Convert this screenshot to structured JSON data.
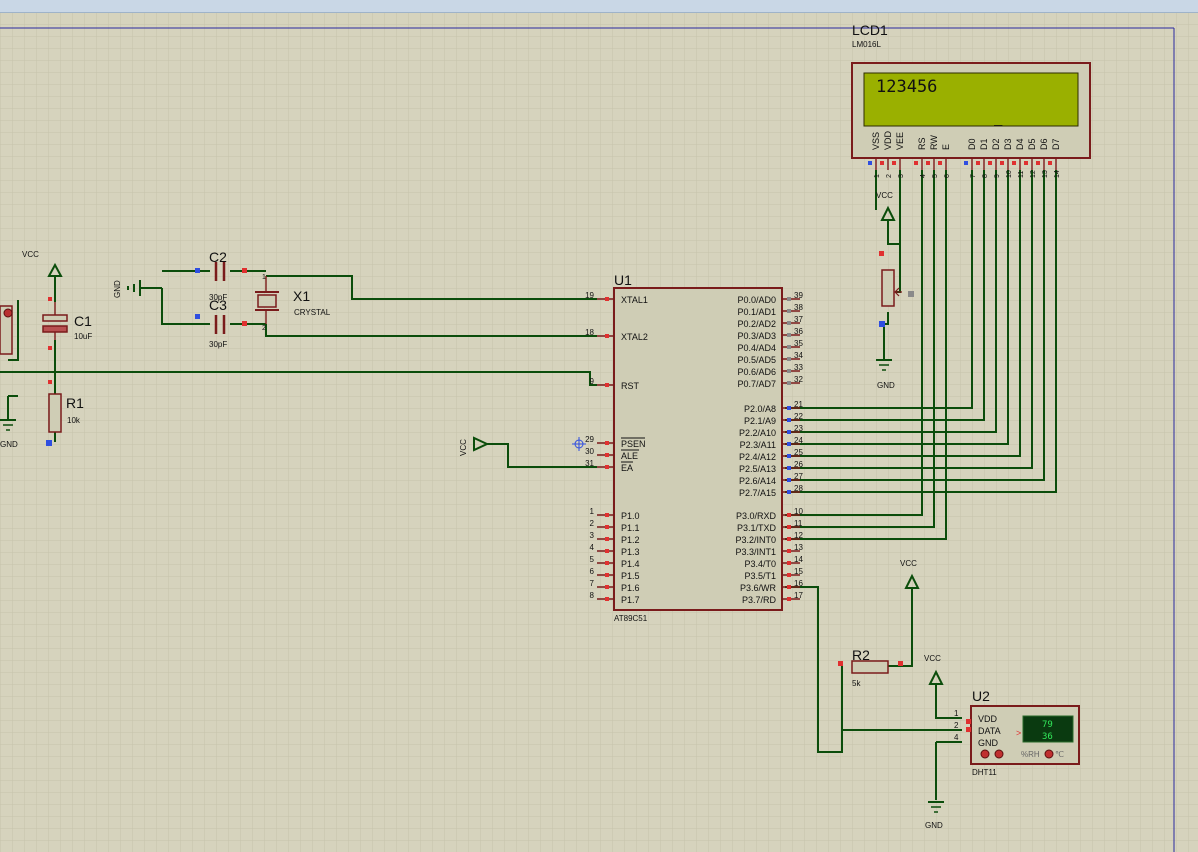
{
  "colors": {
    "background": "#d6d3bd",
    "grid": "#c3c0a8",
    "wire": "#0b4d0b",
    "part": "#7a1b1b",
    "chipFill": "#cfcdb5",
    "lcdScreen": "#9ab000",
    "pinRed": "#e03030",
    "pinBlue": "#2f4ee0"
  },
  "lcd": {
    "ref": "LCD1",
    "model": "LM016L",
    "text": "123456",
    "cursor": "_",
    "pinNames": [
      "VSS",
      "VDD",
      "VEE",
      "RS",
      "RW",
      "E",
      "D0",
      "D1",
      "D2",
      "D3",
      "D4",
      "D5",
      "D6",
      "D7"
    ],
    "pinNums": [
      "1",
      "2",
      "3",
      "4",
      "5",
      "6",
      "7",
      "8",
      "9",
      "10",
      "11",
      "12",
      "13",
      "14"
    ]
  },
  "u1": {
    "ref": "U1",
    "model": "AT89C51",
    "left": [
      {
        "n": "19",
        "l": "XTAL1"
      },
      {
        "n": "18",
        "l": "XTAL2"
      },
      {
        "n": "9",
        "l": "RST"
      },
      {
        "n": "29",
        "l": "PSEN"
      },
      {
        "n": "30",
        "l": "ALE"
      },
      {
        "n": "31",
        "l": "EA"
      },
      {
        "n": "1",
        "l": "P1.0"
      },
      {
        "n": "2",
        "l": "P1.1"
      },
      {
        "n": "3",
        "l": "P1.2"
      },
      {
        "n": "4",
        "l": "P1.3"
      },
      {
        "n": "5",
        "l": "P1.4"
      },
      {
        "n": "6",
        "l": "P1.5"
      },
      {
        "n": "7",
        "l": "P1.6"
      },
      {
        "n": "8",
        "l": "P1.7"
      }
    ],
    "right": [
      {
        "n": "39",
        "l": "P0.0/AD0"
      },
      {
        "n": "38",
        "l": "P0.1/AD1"
      },
      {
        "n": "37",
        "l": "P0.2/AD2"
      },
      {
        "n": "36",
        "l": "P0.3/AD3"
      },
      {
        "n": "35",
        "l": "P0.4/AD4"
      },
      {
        "n": "34",
        "l": "P0.5/AD5"
      },
      {
        "n": "33",
        "l": "P0.6/AD6"
      },
      {
        "n": "32",
        "l": "P0.7/AD7"
      },
      {
        "n": "21",
        "l": "P2.0/A8"
      },
      {
        "n": "22",
        "l": "P2.1/A9"
      },
      {
        "n": "23",
        "l": "P2.2/A10"
      },
      {
        "n": "24",
        "l": "P2.3/A11"
      },
      {
        "n": "25",
        "l": "P2.4/A12"
      },
      {
        "n": "26",
        "l": "P2.5/A13"
      },
      {
        "n": "27",
        "l": "P2.6/A14"
      },
      {
        "n": "28",
        "l": "P2.7/A15"
      },
      {
        "n": "10",
        "l": "P3.0/RXD"
      },
      {
        "n": "11",
        "l": "P3.1/TXD"
      },
      {
        "n": "12",
        "l": "P3.2/INT0"
      },
      {
        "n": "13",
        "l": "P3.3/INT1"
      },
      {
        "n": "14",
        "l": "P3.4/T0"
      },
      {
        "n": "15",
        "l": "P3.5/T1"
      },
      {
        "n": "16",
        "l": "P3.6/WR"
      },
      {
        "n": "17",
        "l": "P3.7/RD"
      }
    ]
  },
  "parts": {
    "c1": {
      "ref": "C1",
      "value": "10uF"
    },
    "r1": {
      "ref": "R1",
      "value": "10k"
    },
    "c2": {
      "ref": "C2",
      "value": "30pF"
    },
    "c3": {
      "ref": "C3",
      "value": "30pF"
    },
    "x1": {
      "ref": "X1",
      "value": "CRYSTAL",
      "pin1": "1",
      "pin2": "2"
    },
    "r2": {
      "ref": "R2",
      "value": "5k"
    },
    "u2": {
      "ref": "U2",
      "model": "DHT11",
      "pins": [
        {
          "n": "1",
          "l": "VDD"
        },
        {
          "n": "2",
          "l": "DATA"
        },
        {
          "n": "4",
          "l": "GND"
        }
      ],
      "humidity": "79",
      "temperature": "36",
      "unitLabel": "%RH",
      "unitSymbol": "℃",
      "arrow": ">"
    }
  },
  "power": {
    "vcc": "VCC",
    "gnd": "GND"
  }
}
